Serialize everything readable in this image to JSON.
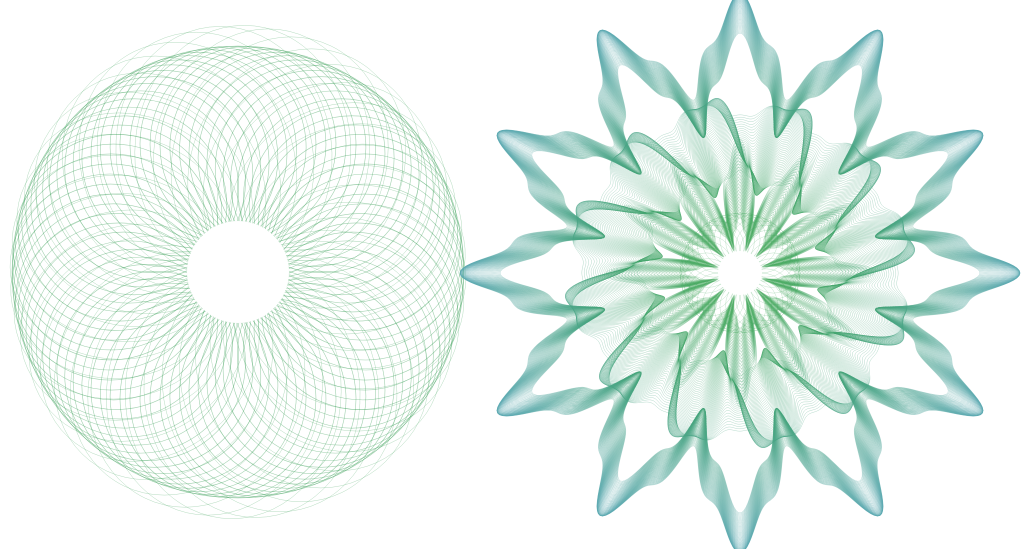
{
  "figures": [
    {
      "name": "left-rosette",
      "kind": "spirograph-ring",
      "color": "#2e9a4e",
      "lobes": 40,
      "stroke_opacity": 0.45
    },
    {
      "name": "right-rosette",
      "kind": "guilloche-star",
      "points": 12,
      "color_inner": "#2f9e4a",
      "color_outer": "#5aa8b0",
      "stroke_opacity": 0.4
    }
  ],
  "background_color": "#ffffff"
}
